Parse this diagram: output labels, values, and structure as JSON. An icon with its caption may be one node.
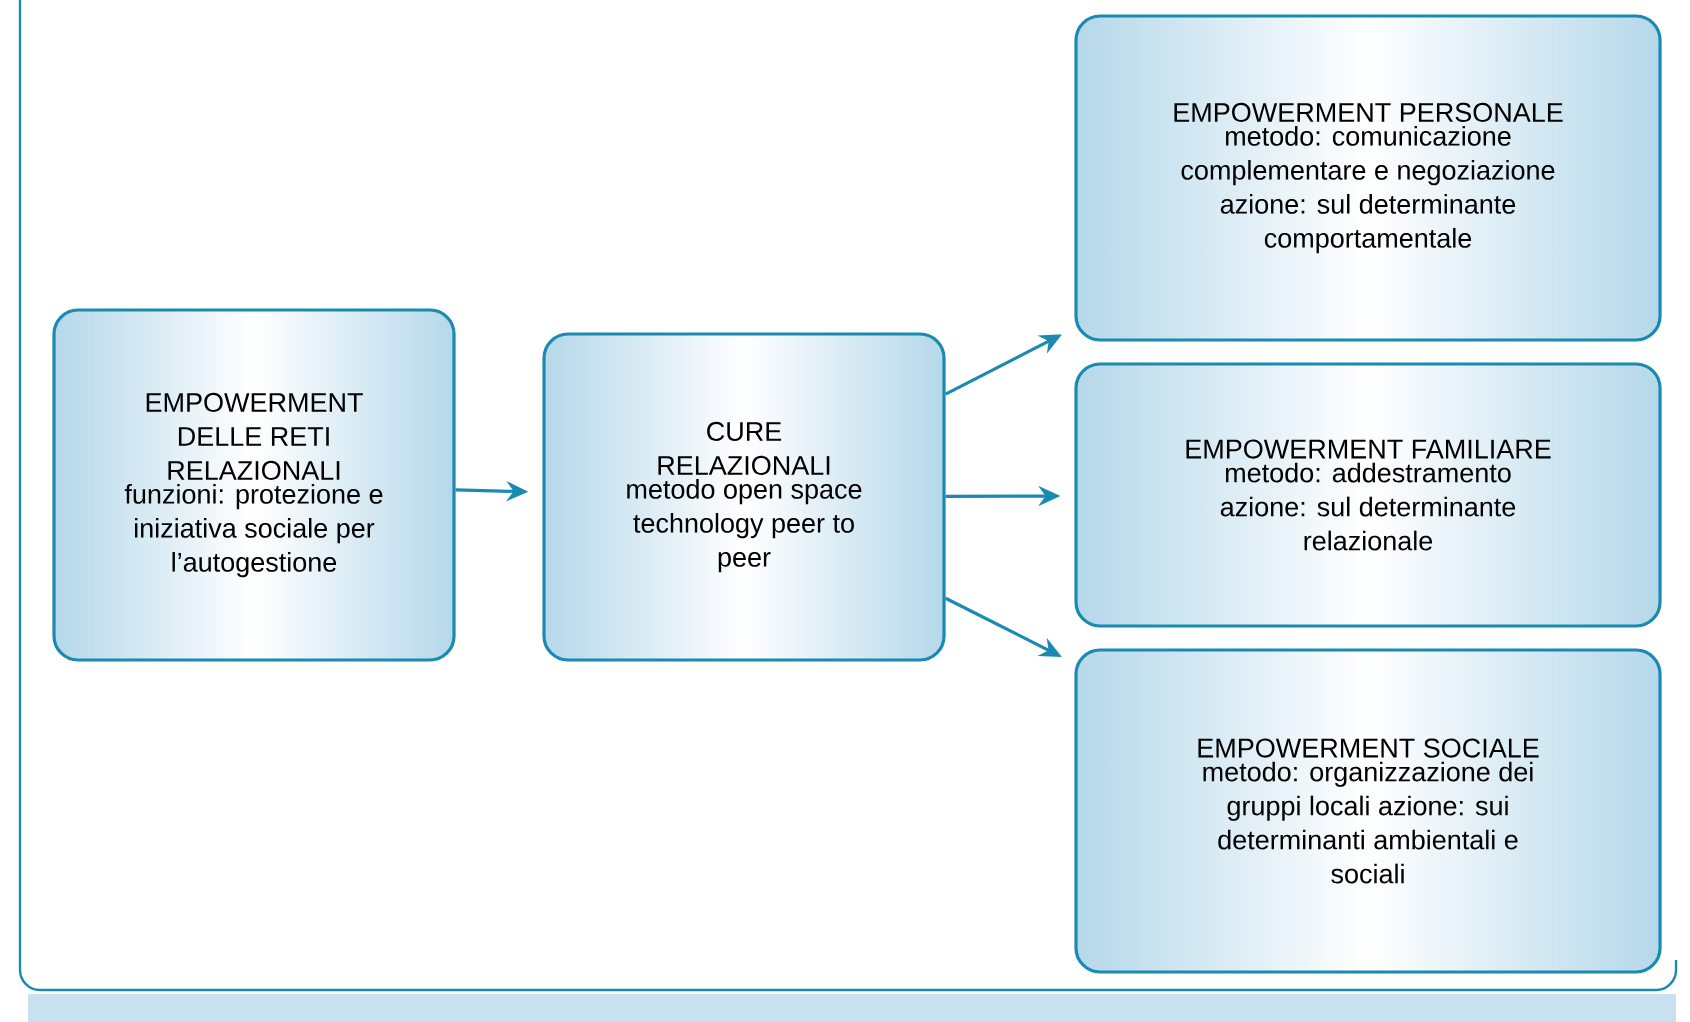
{
  "diagram": {
    "nodes": [
      {
        "text": [
          "EMPOWERMENT DELLE RETI RELAZIONALI",
          "funzioni: protezione e iniziativa sociale per l’autogestione"
        ]
      },
      {
        "text": [
          "CURE RELAZIONALI",
          "metodo open space technology peer to peer"
        ]
      },
      {
        "text": [
          "EMPOWERMENT PERSONALE",
          "metodo: comunicazione complementare e negoziazione azione: sul determinante comportamentale"
        ]
      },
      {
        "text": [
          "EMPOWERMENT FAMILIARE",
          "metodo: addestramento azione: sul determinante relazionale"
        ]
      },
      {
        "text": [
          "EMPOWERMENT SOCIALE",
          "metodo: organizzazione dei gruppi locali azione: sui determinanti ambientali e sociali"
        ]
      }
    ],
    "edges": [
      {
        "from": 0,
        "to": 1,
        "arrow": "to"
      },
      {
        "from": 1,
        "to": 2,
        "arrow": "to"
      },
      {
        "from": 1,
        "to": 3,
        "arrow": "to"
      },
      {
        "from": 1,
        "to": 4,
        "arrow": "to"
      }
    ]
  }
}
